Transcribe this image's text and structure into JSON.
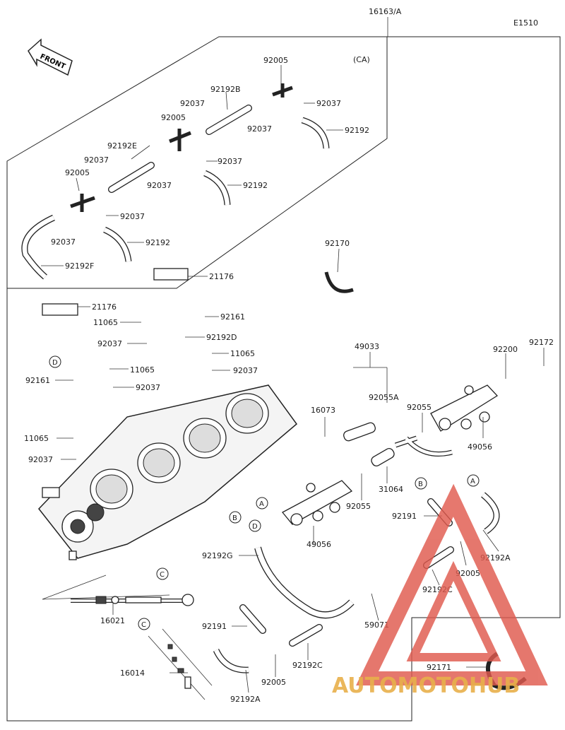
{
  "header": {
    "group_code": "16163/A",
    "diagram_code": "E1510"
  },
  "front_indicator": {
    "label": "FRONT"
  },
  "ca_box": {
    "label": "(CA)"
  },
  "watermark": {
    "text": "AUTOMOTOHUB",
    "colors": {
      "red": "#e05a4e",
      "gold": "#e8b04b"
    }
  },
  "labels": [
    "92005",
    "92192B",
    "92037",
    "92037",
    "92005",
    "92037",
    "92192",
    "92192E",
    "92037",
    "92037",
    "92005",
    "92037",
    "92192",
    "92037",
    "92037",
    "92192",
    "92192F",
    "92170",
    "21176",
    "92161",
    "92192D",
    "21176",
    "11065",
    "92037",
    "11065",
    "92037",
    "92161",
    "11065",
    "92037",
    "11065",
    "92037",
    "49033",
    "92055A",
    "16073",
    "92055",
    "92200",
    "92172",
    "49056",
    "31064",
    "92055",
    "49056",
    "92191",
    "92192A",
    "92005",
    "92192C",
    "59071",
    "92192G",
    "92191",
    "92192C",
    "92005",
    "92192A",
    "16021",
    "16014",
    "92171"
  ],
  "circle_refs": [
    "D",
    "D",
    "A",
    "A",
    "B",
    "B",
    "C",
    "C"
  ]
}
